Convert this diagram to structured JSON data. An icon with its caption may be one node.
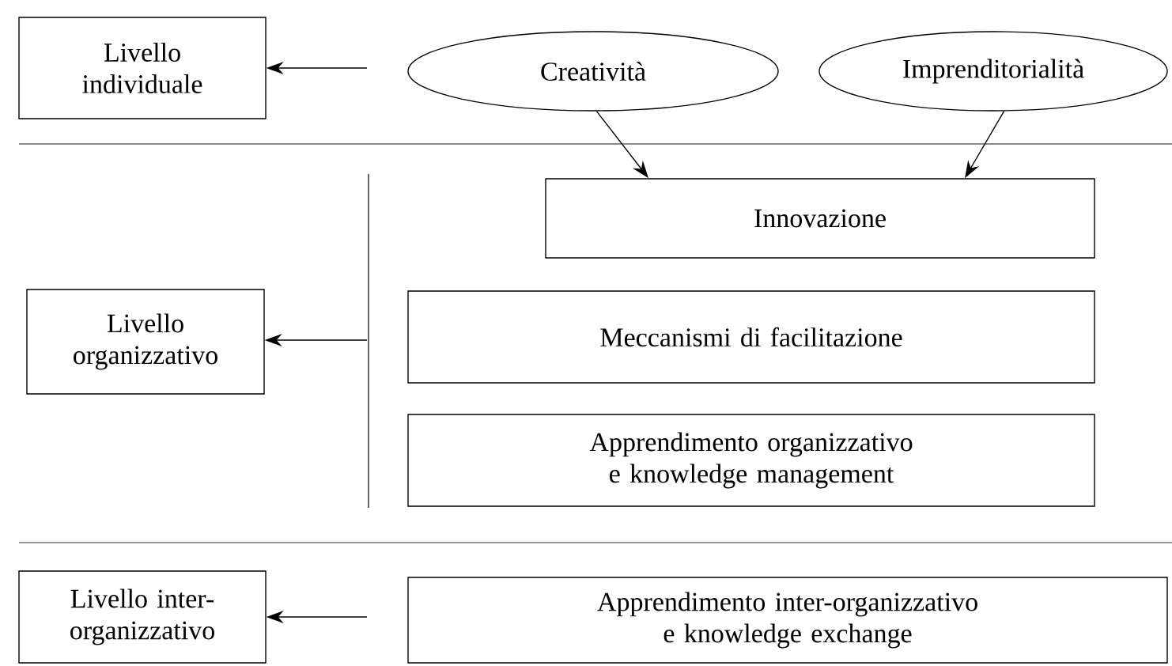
{
  "diagram": {
    "nodes": [
      {
        "text": [
          "Livello individuale"
        ]
      },
      {
        "text": [
          "Creatività"
        ]
      },
      {
        "text": [
          "Imprenditorialità"
        ]
      },
      {
        "text": [
          "Livello organizzativo"
        ]
      },
      {
        "text": [
          "Innovazione"
        ]
      },
      {
        "text": [
          "Meccanismi di facilitazione"
        ]
      },
      {
        "text": [
          "Apprendimento organizzativo e knowledge management"
        ]
      },
      {
        "text": [
          "Livello inter-organizzativo"
        ]
      },
      {
        "text": [
          "Apprendimento inter-organizzativo e knowledge exchange"
        ]
      }
    ],
    "edges": [
      {
        "from": null,
        "to": 0,
        "arrow": "to"
      },
      {
        "from": 1,
        "to": 4,
        "arrow": "to"
      },
      {
        "from": 2,
        "to": 4,
        "arrow": "to"
      },
      {
        "from": null,
        "to": 3,
        "arrow": "to"
      },
      {
        "from": null,
        "to": 7,
        "arrow": "to"
      }
    ]
  }
}
